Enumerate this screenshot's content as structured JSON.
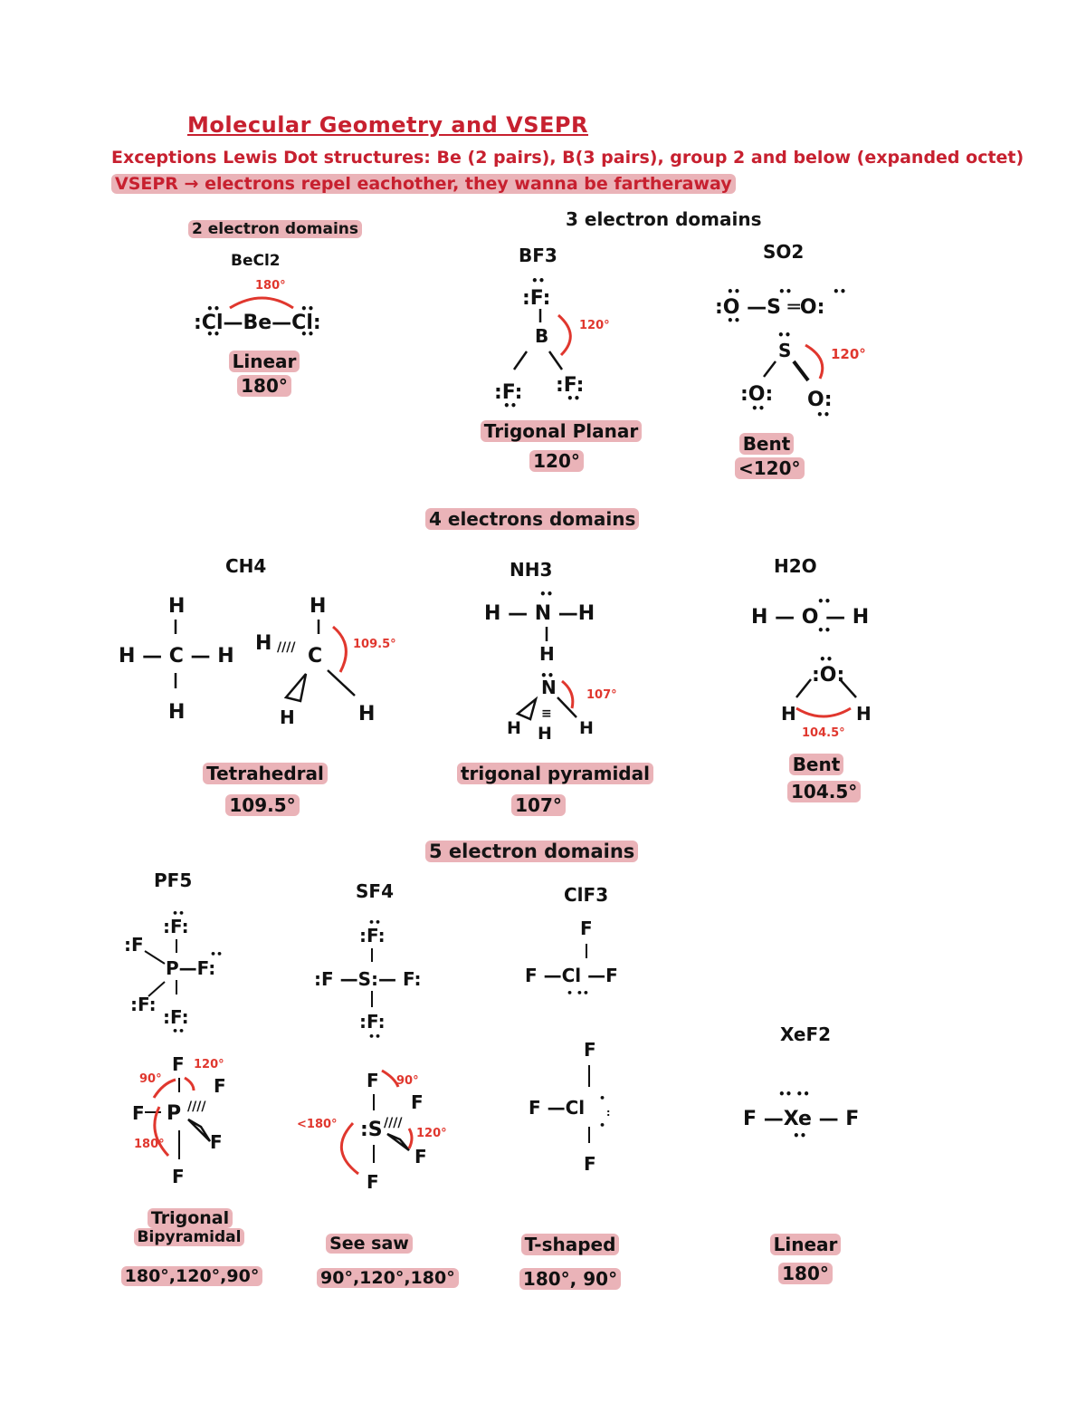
{
  "title": "Molecular Geometry and VSEPR",
  "notes": {
    "exceptions": "Exceptions Lewis Dot structures: Be (2 pairs), B(3 pairs), group 2 and below (expanded octet)",
    "vsepr": "VSEPR → electrons repel eachother, they wanna be fartheraway"
  },
  "sections": {
    "two": "2 electron domains",
    "three": "3 electron domains",
    "four": "4 electrons domains",
    "five": "5 electron domains"
  },
  "molecules": {
    "becl2": {
      "formula": "BeCl2",
      "shape": "Linear",
      "angle": "180°",
      "angle_mark": "180°"
    },
    "bf3": {
      "formula": "BF3",
      "shape": "Trigonal Planar",
      "angle": "120°",
      "angle_mark": "120°"
    },
    "so2": {
      "formula": "SO2",
      "shape": "Bent",
      "angle": "<120°",
      "angle_mark": "120°"
    },
    "ch4": {
      "formula": "CH4",
      "shape": "Tetrahedral",
      "angle": "109.5°",
      "angle_mark": "109.5°"
    },
    "nh3": {
      "formula": "NH3",
      "shape": "trigonal pyramidal",
      "angle": "107°",
      "angle_mark": "107°"
    },
    "h2o": {
      "formula": "H2O",
      "shape": "Bent",
      "angle": "104.5°",
      "angle_mark": "104.5°"
    },
    "pf5": {
      "formula": "PF5",
      "shape_line1": "Trigonal",
      "shape_line2": "Bipyramidal",
      "angle": "180°,120°,90°",
      "angle_marks": [
        "90°",
        "120°",
        "180°"
      ]
    },
    "sf4": {
      "formula": "SF4",
      "shape": "See saw",
      "angle": "90°,120°,180°",
      "angle_marks": [
        "90°",
        "<180°",
        "120°"
      ]
    },
    "clf3": {
      "formula": "ClF3",
      "shape": "T-shaped",
      "angle": "180°, 90°"
    },
    "xef2": {
      "formula": "XeF2",
      "shape": "Linear",
      "angle": "180°"
    }
  },
  "colors": {
    "accent_red": "#c7202f",
    "highlight_pink": "#eab3b8",
    "arrow_red": "#e0372e"
  }
}
